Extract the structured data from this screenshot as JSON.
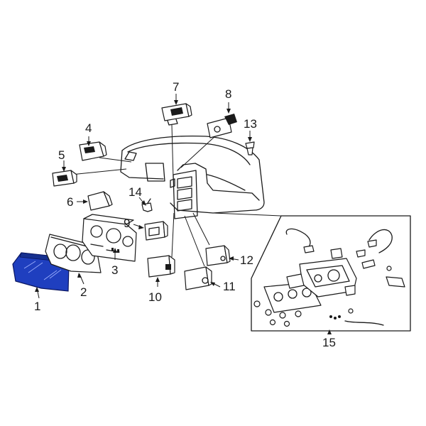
{
  "diagram": {
    "highlight_color": "#1f3fbf",
    "callouts": [
      {
        "id": "1",
        "label": "1"
      },
      {
        "id": "2",
        "label": "2"
      },
      {
        "id": "3",
        "label": "3"
      },
      {
        "id": "4",
        "label": "4"
      },
      {
        "id": "5",
        "label": "5"
      },
      {
        "id": "6",
        "label": "6"
      },
      {
        "id": "7",
        "label": "7"
      },
      {
        "id": "8",
        "label": "8"
      },
      {
        "id": "9",
        "label": "9"
      },
      {
        "id": "10",
        "label": "10"
      },
      {
        "id": "11",
        "label": "11"
      },
      {
        "id": "12",
        "label": "12"
      },
      {
        "id": "13",
        "label": "13"
      },
      {
        "id": "14",
        "label": "14"
      },
      {
        "id": "15",
        "label": "15"
      }
    ]
  }
}
